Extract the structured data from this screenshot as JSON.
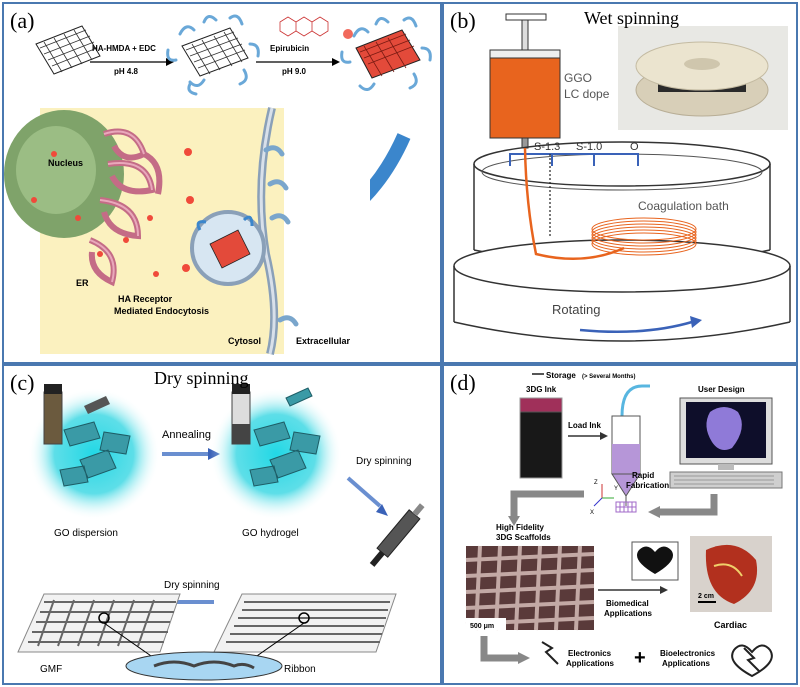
{
  "panel_a": {
    "label": "(a)",
    "step1_reagent": "HA-HMDA + EDC",
    "step1_ph": "pH 4.8",
    "step2_reagent": "Epirubicin",
    "step2_ph": "pH 9.0",
    "nucleus": "Nucleus",
    "er": "ER",
    "receptor": "HA Receptor",
    "endocytosis": "Mediated Endocytosis",
    "cytosol": "Cytosol",
    "extracellular": "Extracellular"
  },
  "panel_b": {
    "label": "(b)",
    "title": "Wet spinning",
    "dope1": "GGO",
    "dope2": "LC dope",
    "s13": "S-1.3",
    "s10": "S-1.0",
    "o": "O",
    "bath": "Coagulation bath",
    "rotating": "Rotating"
  },
  "panel_c": {
    "label": "(c)",
    "title": "Dry spinning",
    "annealing": "Annealing",
    "go_dispersion": "GO dispersion",
    "go_hydrogel": "GO hydrogel",
    "dry_spinning_1": "Dry spinning",
    "dry_spinning_2": "Dry spinning",
    "gmf": "GMF",
    "ribbon": "Ribbon"
  },
  "panel_d": {
    "label": "(d)",
    "storage": "Storage",
    "storage_note": "(> Several Months)",
    "ink": "3DG Ink",
    "load_ink": "Load Ink",
    "user_design": "User Design",
    "rapid": "Rapid",
    "fabrication": "Fabrication",
    "high_fidelity": "High Fidelity",
    "scaffolds": "3DG Scaffolds",
    "biomedical": "Biomedical",
    "applications": "Applications",
    "cardiac": "Cardiac",
    "scale_500": "500 μm",
    "scale_2cm": "2 cm",
    "electronics": "Electronics",
    "electronics_app": "Applications",
    "plus": "+",
    "bioelectronics": "Bioelectronics",
    "bioelectronics_app": "Applications",
    "axis_z": "Z",
    "axis_y": "Y",
    "axis_x": "X"
  },
  "colors": {
    "border": "#4a78b0",
    "cell_bg": "#fbf1bf",
    "orange": "#e8641e",
    "cyan": "#22d8e6",
    "purple": "#a06ac8"
  }
}
